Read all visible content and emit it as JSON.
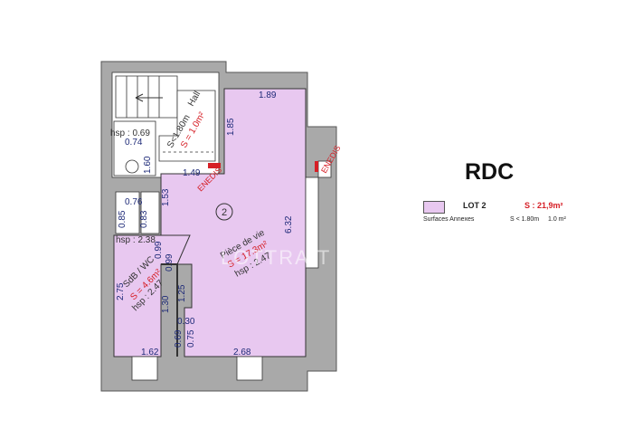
{
  "level_title": "RDC",
  "legend": {
    "lot_label": "LOT 2",
    "surface_label": "S : 21,9m²",
    "annex_label": "Surfaces Annexes",
    "annex_condition": "S < 1.80m",
    "annex_value": "1.0 m²"
  },
  "colors": {
    "room_fill": "#e8c8f0",
    "wall": "#a9a9a9",
    "dim_text": "#1e2a78",
    "red_text": "#d61f26"
  },
  "plan": {
    "lot_number": "2",
    "hall": "Hall",
    "hall_condition": "S<1.80m",
    "hall_surface": "S = 1.0m²",
    "enedis_1": "ENEDIS",
    "enedis_2": "ENEDIS",
    "hsp_1": "hsp : 0.69",
    "hsp_2": "hsp : 2.38",
    "living_name": "Pièce de vie",
    "living_surface": "S = 17.3m²",
    "living_hsp": "hsp : 2.47",
    "bath_name": "SdB / WC",
    "bath_surface": "S = 4.6m²",
    "bath_hsp": "hsp : 2.47",
    "watermark": "LOTTRAIT",
    "dims": {
      "d189": "1.89",
      "d185": "1.85",
      "d074": "0.74",
      "d160": "1.60",
      "d149": "1.49",
      "d153": "1.53",
      "d076": "0.76",
      "d085": "0.85",
      "d083": "0.83",
      "d632": "6.32",
      "d099a": "0.99",
      "d099b": "0.99",
      "d275": "2.75",
      "d130": "1.30",
      "d125": "1.25",
      "d030": "0.30",
      "d069": "0.69",
      "d075": "0.75",
      "d162": "1.62",
      "d268": "2.68"
    }
  }
}
